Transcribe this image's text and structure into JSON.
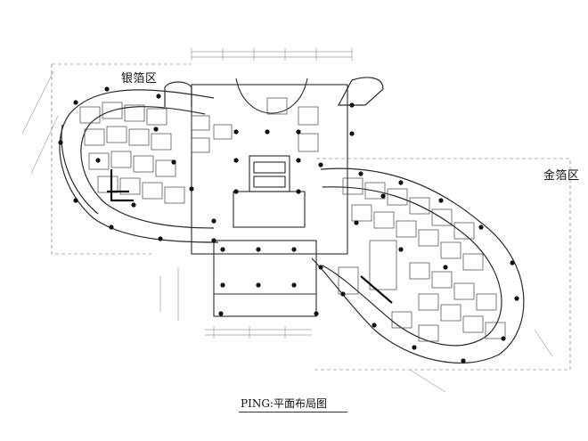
{
  "labels": {
    "silver_zone": "银箔区",
    "gold_zone": "金箔区",
    "caption": "PING:平面布局图"
  },
  "colors": {
    "line": "#2b2b2b",
    "thin": "#666666",
    "column": "#111111",
    "background": "#ffffff"
  }
}
